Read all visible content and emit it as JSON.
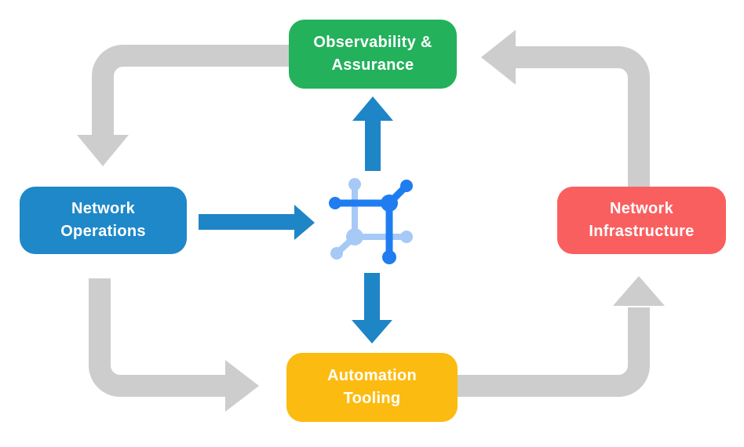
{
  "diagram": {
    "background": "#ffffff",
    "nodes": [
      {
        "id": "observability-assurance",
        "label": "Observability & Assurance",
        "color": "#23B15B"
      },
      {
        "id": "network-operations",
        "label": "Network Operations",
        "color": "#1E88C9"
      },
      {
        "id": "network-infrastructure",
        "label": "Network Infrastructure",
        "color": "#FA5F5F"
      },
      {
        "id": "automation-tooling",
        "label": "Automation Tooling",
        "color": "#FCBB10"
      }
    ],
    "center_icon": {
      "name": "network-automation-icon",
      "dark_blue": "#1F7DF0",
      "light_blue": "#A6C9F6"
    },
    "arrow_colors": {
      "cycle": "#CDCDCD",
      "integration": "#1E85C7"
    },
    "edges": [
      {
        "from": "observability-assurance",
        "to": "network-operations",
        "type": "cycle"
      },
      {
        "from": "network-operations",
        "to": "automation-tooling",
        "type": "cycle"
      },
      {
        "from": "automation-tooling",
        "to": "network-infrastructure",
        "type": "cycle"
      },
      {
        "from": "network-infrastructure",
        "to": "observability-assurance",
        "type": "cycle"
      },
      {
        "from": "network-operations",
        "to": "center-icon",
        "type": "integration"
      },
      {
        "from": "center-icon",
        "to": "observability-assurance",
        "type": "integration"
      },
      {
        "from": "center-icon",
        "to": "automation-tooling",
        "type": "integration"
      }
    ]
  }
}
